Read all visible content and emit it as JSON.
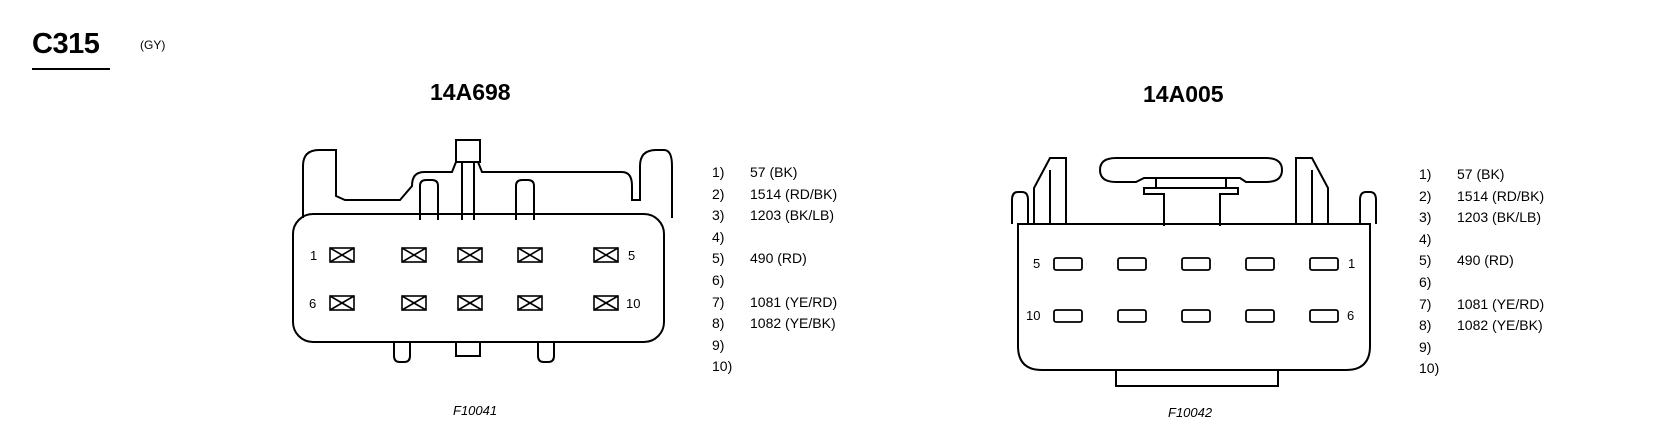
{
  "header": {
    "connector_id": "C315",
    "color_code": "(GY)"
  },
  "connectors": [
    {
      "part_number": "14A698",
      "figure_code": "F10041",
      "cavity_labels": [
        "1",
        "5",
        "6",
        "10"
      ],
      "pins": [
        {
          "num": "1)",
          "circuit": "57 (BK)"
        },
        {
          "num": "2)",
          "circuit": "1514 (RD/BK)"
        },
        {
          "num": "3)",
          "circuit": "1203 (BK/LB)"
        },
        {
          "num": "4)",
          "circuit": ""
        },
        {
          "num": "5)",
          "circuit": "490 (RD)"
        },
        {
          "num": "6)",
          "circuit": ""
        },
        {
          "num": "7)",
          "circuit": "1081 (YE/RD)"
        },
        {
          "num": "8)",
          "circuit": "1082 (YE/BK)"
        },
        {
          "num": "9)",
          "circuit": ""
        },
        {
          "num": "10)",
          "circuit": ""
        }
      ]
    },
    {
      "part_number": "14A005",
      "figure_code": "F10042",
      "cavity_labels": [
        "5",
        "1",
        "10",
        "6"
      ],
      "pins": [
        {
          "num": "1)",
          "circuit": "57 (BK)"
        },
        {
          "num": "2)",
          "circuit": "1514 (RD/BK)"
        },
        {
          "num": "3)",
          "circuit": "1203 (BK/LB)"
        },
        {
          "num": "4)",
          "circuit": ""
        },
        {
          "num": "5)",
          "circuit": "490 (RD)"
        },
        {
          "num": "6)",
          "circuit": ""
        },
        {
          "num": "7)",
          "circuit": "1081 (YE/RD)"
        },
        {
          "num": "8)",
          "circuit": "1082 (YE/BK)"
        },
        {
          "num": "9)",
          "circuit": ""
        },
        {
          "num": "10)",
          "circuit": ""
        }
      ]
    }
  ]
}
